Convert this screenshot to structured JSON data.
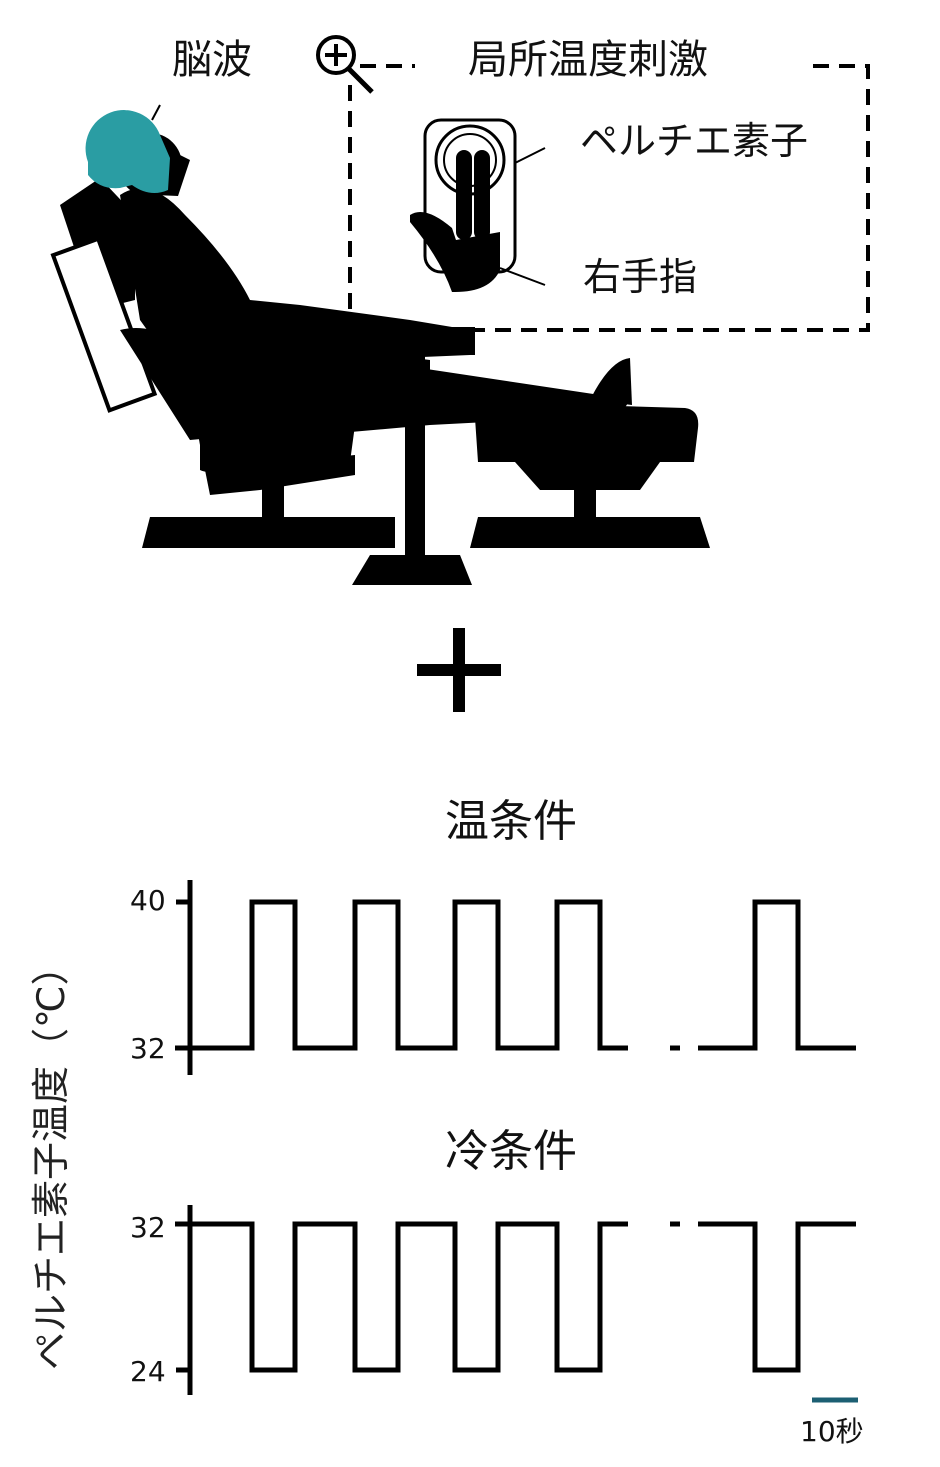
{
  "labels": {
    "eeg": "脳波",
    "local_stim": "局所温度刺激",
    "peltier": "ペルチエ素子",
    "finger": "右手指",
    "warm_title": "温条件",
    "cold_title": "冷条件",
    "y_axis": "ペルチエ素子温度（℃）",
    "scale_bar": "10秒"
  },
  "colors": {
    "helmet": "#2a9da3",
    "ink": "#000000",
    "scale_bar": "#1c5f73"
  },
  "icons": {
    "plus_circle": "plus-circle-icon",
    "plus": "plus-icon"
  },
  "chart_data": [
    {
      "type": "line",
      "title": "温条件",
      "ylabel": "ペルチエ素子温度（℃）",
      "yticks": [
        32,
        40
      ],
      "baseline": 32,
      "peak": 40,
      "series": [
        {
          "name": "",
          "pulses": 5,
          "values": [
            32,
            40,
            32,
            40,
            32,
            40,
            32,
            40,
            32,
            40,
            32
          ]
        }
      ],
      "break_after_pulse": 4
    },
    {
      "type": "line",
      "title": "冷条件",
      "ylabel": "ペルチエ素子温度（℃）",
      "yticks": [
        24,
        32
      ],
      "baseline": 32,
      "peak": 24,
      "series": [
        {
          "name": "",
          "pulses": 5,
          "values": [
            32,
            24,
            32,
            24,
            32,
            24,
            32,
            24,
            32,
            24,
            32
          ]
        }
      ],
      "break_after_pulse": 4
    }
  ]
}
